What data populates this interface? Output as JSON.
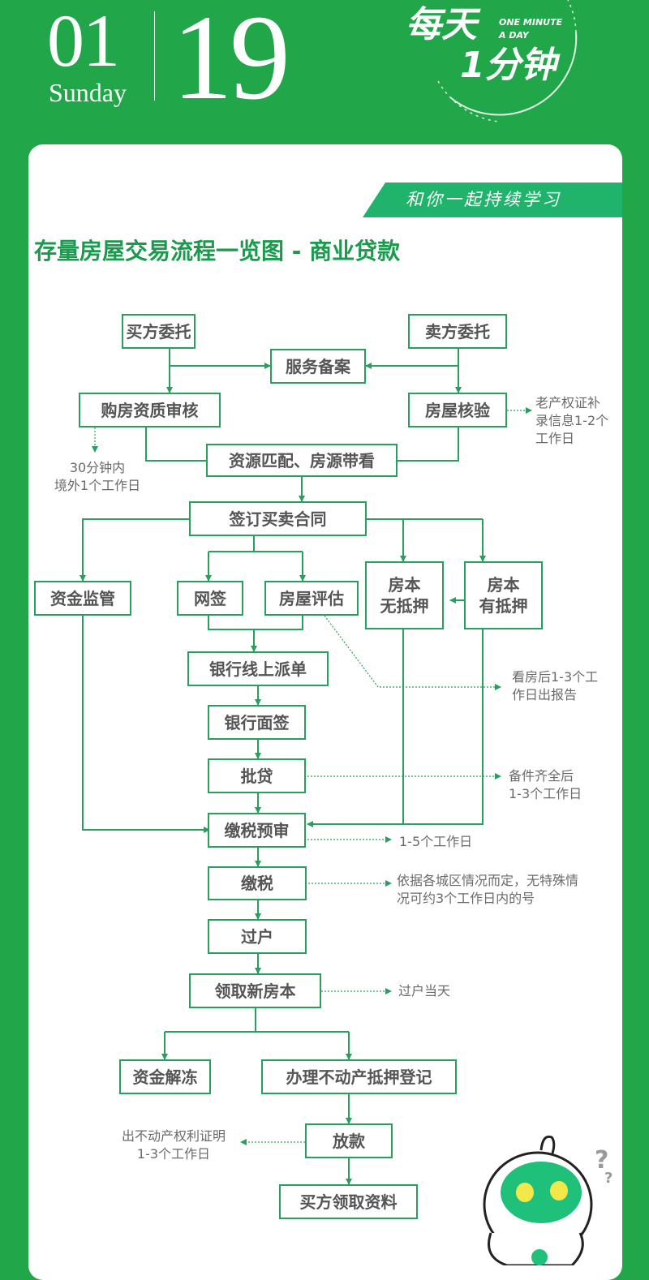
{
  "header": {
    "month": "01",
    "weekday": "Sunday",
    "day": "19"
  },
  "logo": {
    "line1": "每天",
    "line2": "1分钟",
    "en1": "ONE MINUTE",
    "en2": "A DAY"
  },
  "banner": "和你一起持续学习",
  "title": "存量房屋交易流程一览图 - 商业贷款",
  "colors": {
    "background": "#22a64a",
    "accent": "#1fb36c",
    "title": "#1a9a4c",
    "box_border": "#26a05c",
    "text": "#555555"
  },
  "nodes": {
    "buyer_entrust": "买方委托",
    "seller_entrust": "卖方委托",
    "service_filing": "服务备案",
    "qualification_review": "购房资质审核",
    "house_verification": "房屋核验",
    "matching_viewing": "资源匹配、房源带看",
    "sign_contract": "签订买卖合同",
    "fund_supervision": "资金监管",
    "online_sign": "网签",
    "house_appraisal": "房屋评估",
    "no_mortgage": "房本\n无抵押",
    "has_mortgage": "房本\n有抵押",
    "bank_dispatch": "银行线上派单",
    "bank_interview": "银行面签",
    "loan_approval": "批贷",
    "tax_precheck": "缴税预审",
    "tax_payment": "缴税",
    "transfer": "过户",
    "get_new_deed": "领取新房本",
    "fund_release": "资金解冻",
    "mortgage_registration": "办理不动产抵押登记",
    "loan_disbursement": "放款",
    "buyer_collect_docs": "买方领取资料"
  },
  "notes": {
    "qualification": "30分钟内\n境外1个工作日",
    "verification": "老产权证补\n录信息1-2个\n工作日",
    "appraisal": "看房后1-3个工\n作日出报告",
    "approval": "备件齐全后\n1-3个工作日",
    "precheck": "1-5个工作日",
    "tax": "依据各城区情况而定，无特殊情\n况可约3个工作日内的号",
    "deed": "过户当天",
    "disbursement": "出不动产权利证明\n1-3个工作日"
  }
}
